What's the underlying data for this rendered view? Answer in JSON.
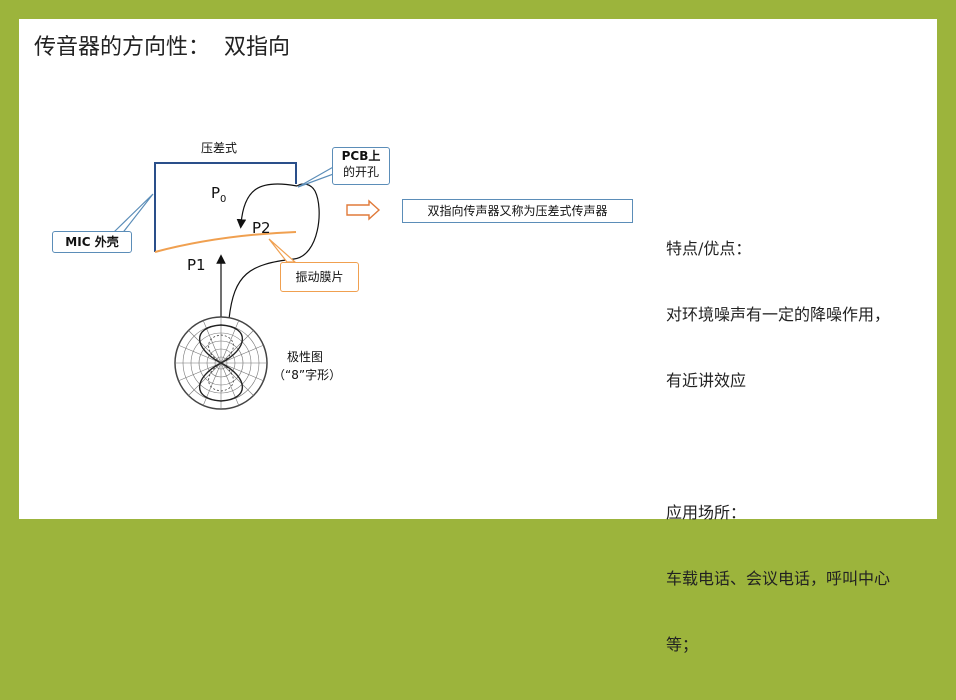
{
  "slide": {
    "title": "传音器的方向性：  双指向"
  },
  "diagram": {
    "top_label": "压差式",
    "p0_label": "P",
    "p0_sub": "0",
    "p2_label": "P2",
    "p1_label": "P1",
    "pcb_callout_line1": "PCB上",
    "pcb_callout_line2": "的开孔",
    "mic_callout": "MIC 外壳",
    "membrane_callout": "振动膜片",
    "arrow_text": "双指向传声器又称为压差式传声器",
    "polar_label_line1": "极性图",
    "polar_label_line2": "（“8”字形）"
  },
  "features": {
    "heading": "特点/优点：",
    "line1": "对环境噪声有一定的降噪作用，",
    "line2": "有近讲效应",
    "app_heading": "应用场所：",
    "app_line1": "车载电话、会议电话，呼叫中心",
    "app_line2": "等；"
  },
  "colors": {
    "background": "#9CB43C",
    "membrane": "#F0A050",
    "callout_blue": "#5B8DB8",
    "arrow_orange": "#E07A3A"
  }
}
